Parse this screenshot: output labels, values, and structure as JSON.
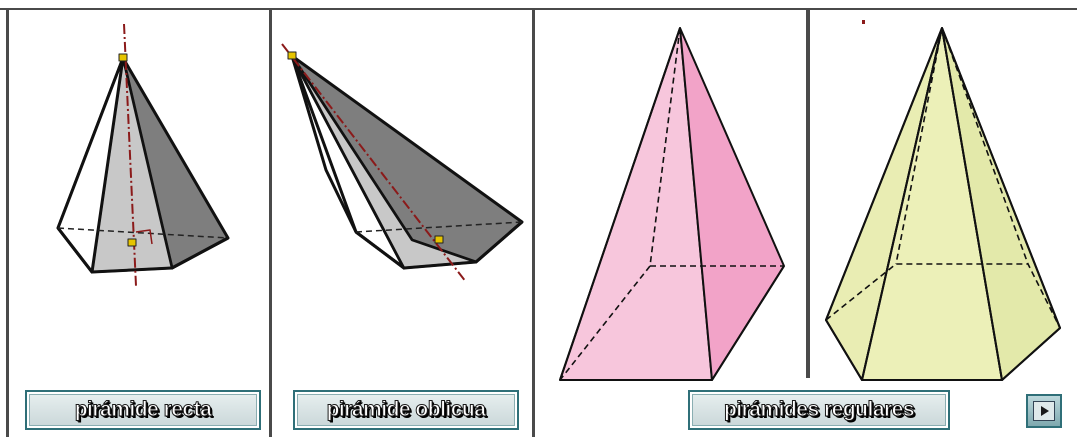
{
  "labels": {
    "recta": "pirámide recta",
    "oblicua": "pirámide oblicua",
    "regulares": "pirámides regulares"
  },
  "icons": {
    "play": "play-icon"
  },
  "colors": {
    "frame": "#4a4a4a",
    "label_border": "#2f6f78",
    "pink_fill": "#f6bcd6",
    "pink_dark": "#f09cc4",
    "yellow_fill": "#eef0b0",
    "yellow_dark": "#d7dfa0",
    "grey_dark": "#7e7e7e",
    "grey_light": "#cfcfcf",
    "axis": "#8b1a1a"
  }
}
